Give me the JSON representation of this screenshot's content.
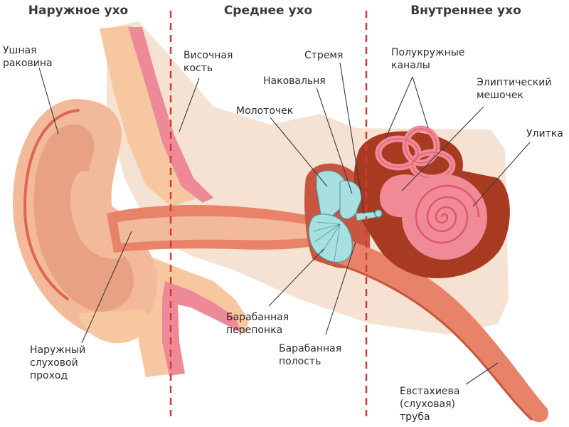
{
  "sections": {
    "outer": "Наружное ухо",
    "middle": "Среднее ухо",
    "inner": "Внутреннее ухо"
  },
  "labels": {
    "pinna": [
      "Ушная",
      "раковина"
    ],
    "temporal_bone": [
      "Височная",
      "кость"
    ],
    "stapes": [
      "Стремя"
    ],
    "incus": [
      "Наковальня"
    ],
    "malleus": [
      "Молоточек"
    ],
    "semicircular_canals": [
      "Полукружные",
      "каналы"
    ],
    "utricle": [
      "Элиптический",
      "мешочек"
    ],
    "cochlea": [
      "Улитка"
    ],
    "ear_canal": [
      "Наружный",
      "слуховой",
      "проход"
    ],
    "eardrum": [
      "Барабанная",
      "перепонка"
    ],
    "tympanic_cavity": [
      "Барабанная",
      "полость"
    ],
    "eustachian_tube": [
      "Евстахиева",
      "(слуховая)",
      "труба"
    ]
  },
  "colors": {
    "divider": "#d23a3a",
    "bone": "#f6e2d2",
    "skin": "#f2b99a",
    "skin_dark": "#e9a184",
    "cartilage": "#f7c8a0",
    "pink": "#ee8a98",
    "canal": "#e8836a",
    "canal_dark": "#c9543f",
    "inner_bone": "#a93a22",
    "labyrinth": "#f08a96",
    "ossicle": "#a8dfe0"
  }
}
